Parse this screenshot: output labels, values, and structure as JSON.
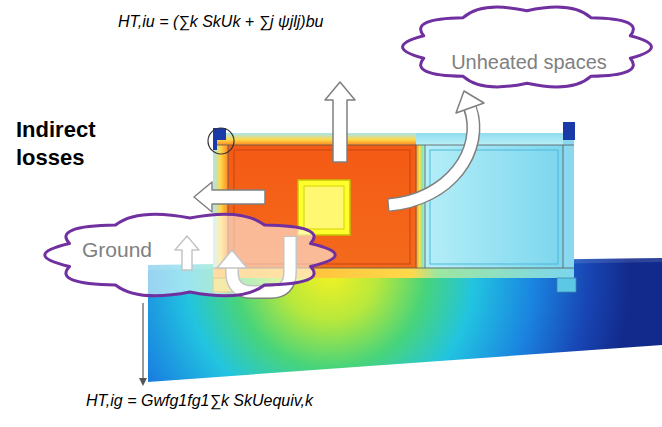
{
  "diagram": {
    "nodes": [
      {
        "text": [
          "Unheated spaces"
        ]
      },
      {
        "text": [
          "Ground"
        ]
      }
    ],
    "labels": [
      "HT,iu = (∑k SkUk + ∑j ψjlj)bu",
      "Indirect losses",
      "HT,ig = Gwfg1fg1∑k SkUequiv,k"
    ]
  }
}
